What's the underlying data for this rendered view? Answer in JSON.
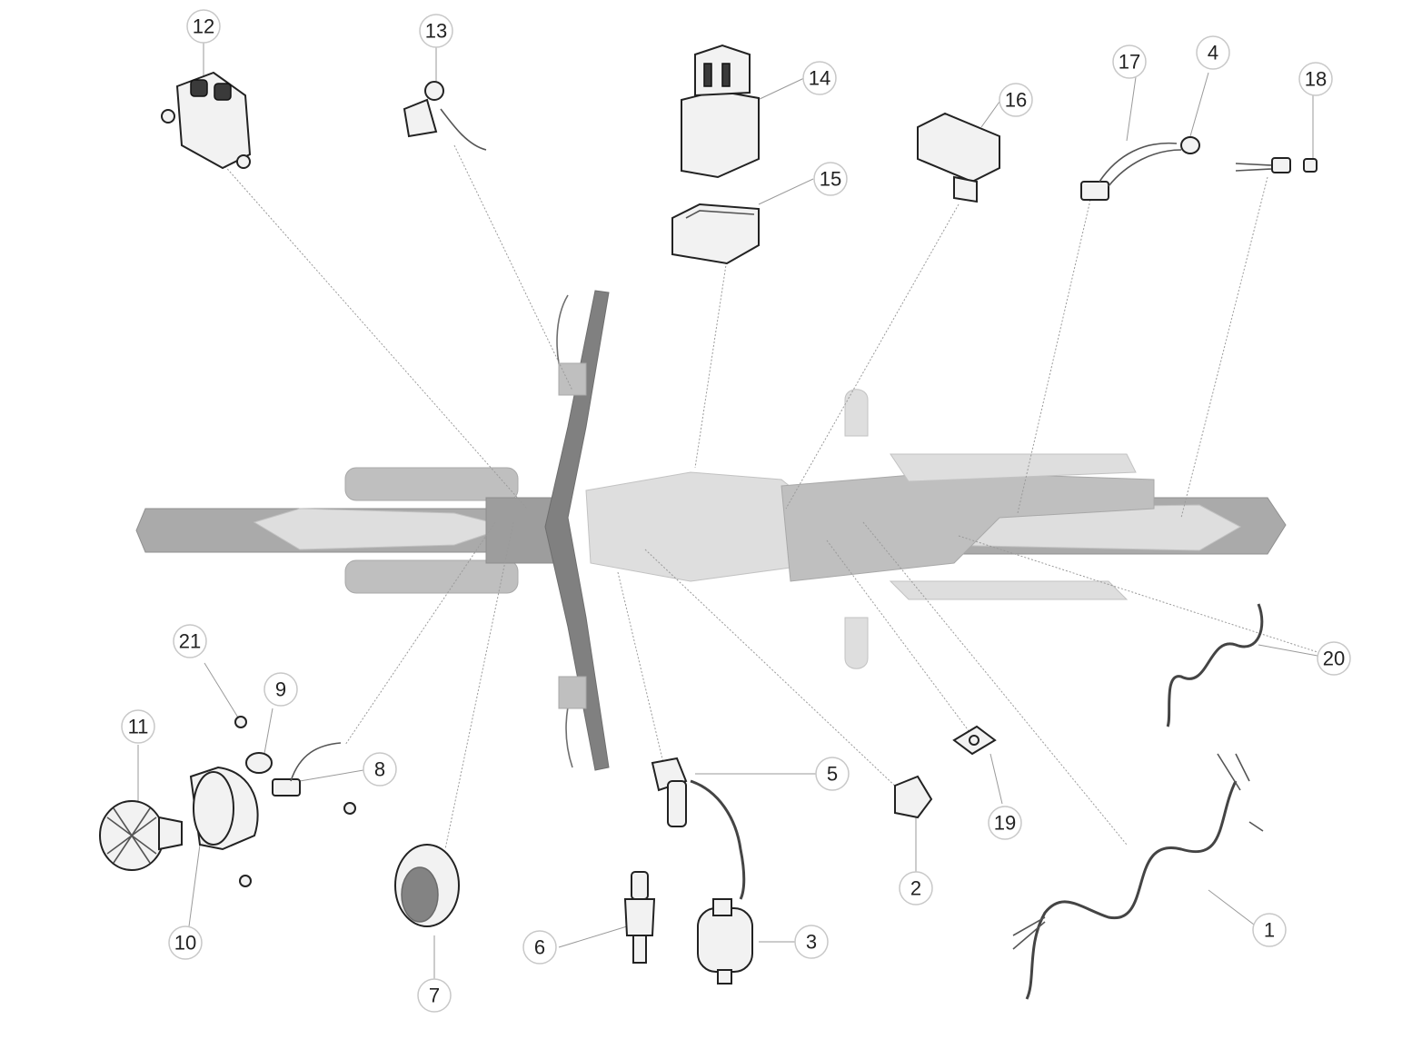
{
  "callouts": [
    {
      "id": "1",
      "label": "1"
    },
    {
      "id": "2",
      "label": "2"
    },
    {
      "id": "3",
      "label": "3"
    },
    {
      "id": "4",
      "label": "4"
    },
    {
      "id": "5",
      "label": "5"
    },
    {
      "id": "6",
      "label": "6"
    },
    {
      "id": "7",
      "label": "7"
    },
    {
      "id": "8",
      "label": "8"
    },
    {
      "id": "9",
      "label": "9"
    },
    {
      "id": "10",
      "label": "10"
    },
    {
      "id": "11",
      "label": "11"
    },
    {
      "id": "12",
      "label": "12"
    },
    {
      "id": "13",
      "label": "13"
    },
    {
      "id": "14",
      "label": "14"
    },
    {
      "id": "15",
      "label": "15"
    },
    {
      "id": "16",
      "label": "16"
    },
    {
      "id": "17",
      "label": "17"
    },
    {
      "id": "18",
      "label": "18"
    },
    {
      "id": "19",
      "label": "19"
    },
    {
      "id": "20",
      "label": "20"
    },
    {
      "id": "21",
      "label": "21"
    }
  ],
  "colors": {
    "line": "#222222",
    "leader": "#9a9a9a",
    "motorcycle_shade": "#b5b5b5"
  }
}
